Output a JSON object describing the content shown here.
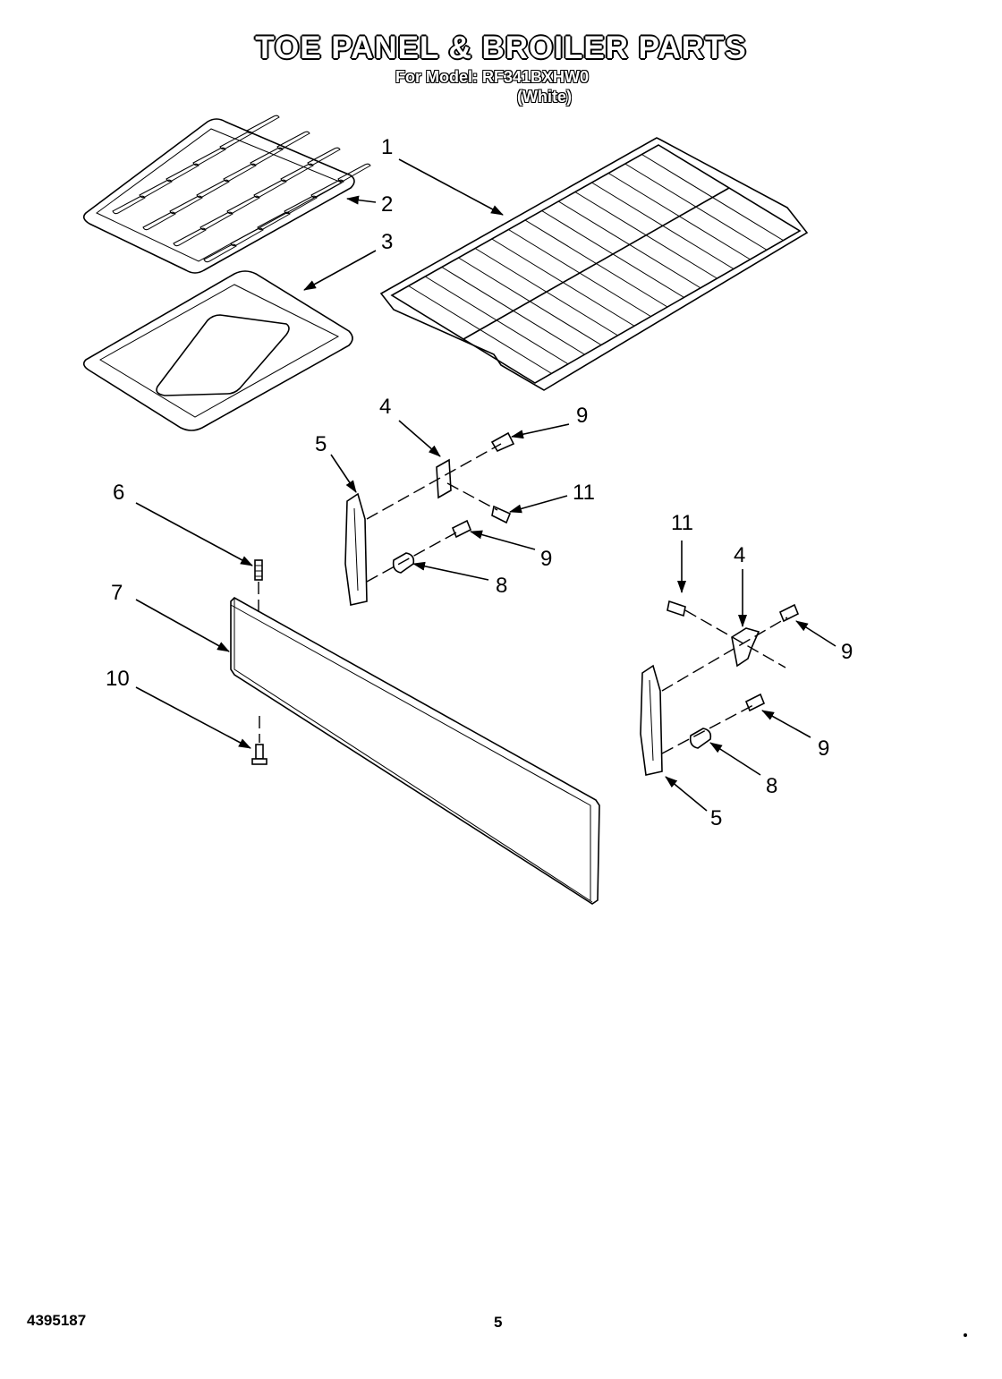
{
  "header": {
    "title": "TOE PANEL & BROILER PARTS",
    "model_line": "For Model: RF341BXHW0",
    "color_line": "(White)"
  },
  "footer": {
    "doc_number": "4395187",
    "page_number": "5"
  },
  "callouts": {
    "c1": "1",
    "c2": "2",
    "c3": "3",
    "c4a": "4",
    "c4b": "4",
    "c5a": "5",
    "c5b": "5",
    "c6": "6",
    "c7": "7",
    "c8a": "8",
    "c8b": "8",
    "c9a": "9",
    "c9b": "9",
    "c9c": "9",
    "c9d": "9",
    "c10": "10",
    "c11a": "11",
    "c11b": "11"
  }
}
